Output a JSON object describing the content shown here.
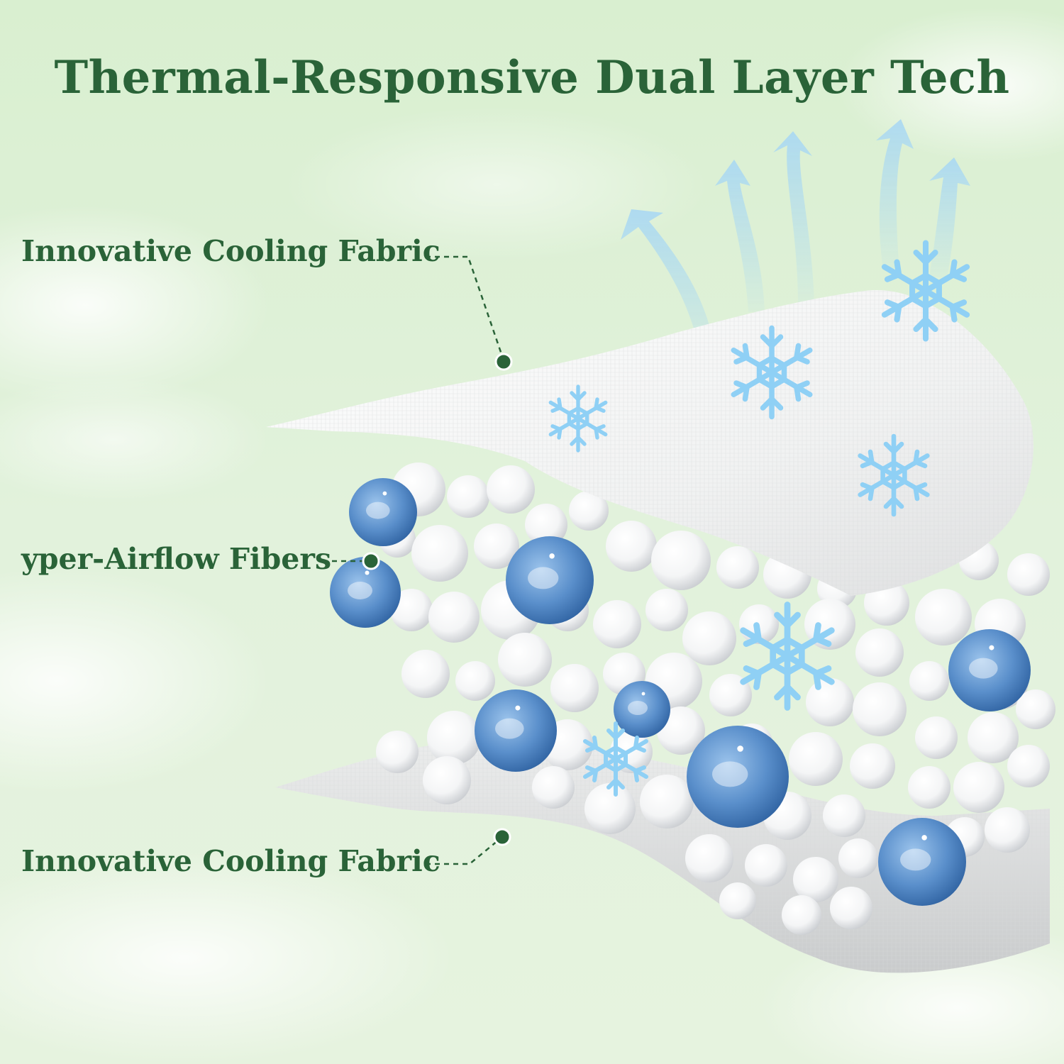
{
  "title": "Thermal-Responsive Dual Layer Tech",
  "labels": {
    "top": "Innovative Cooling Fabric",
    "middle": "yper-Airflow Fibers",
    "bottom": "Innovative Cooling Fabric"
  },
  "colors": {
    "title_green": "#2a6338",
    "background_mint": "#dcefd5",
    "gel_bead_blue": "#4f86c6",
    "snowflake_blue": "#8fd0f5",
    "airflow_arrow_blue": "#a9d8f3"
  },
  "icons": [
    "snowflake-icon",
    "airflow-arrow-icon",
    "leader-dot-icon"
  ]
}
